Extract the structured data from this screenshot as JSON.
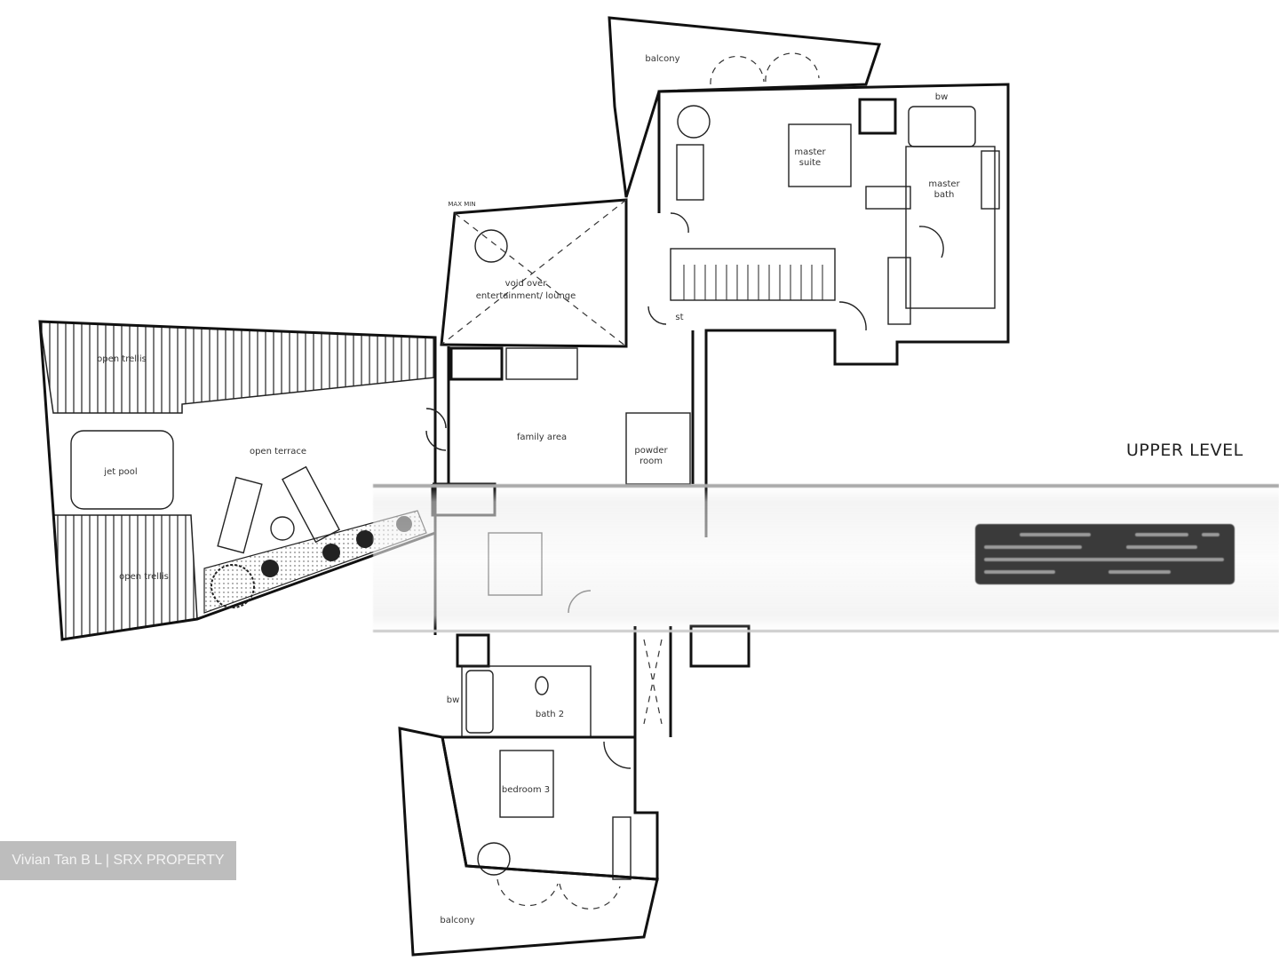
{
  "plan": {
    "level_title": "UPPER LEVEL",
    "rooms": {
      "balcony_top": "balcony",
      "bw_master": "bw",
      "master_suite_l1": "master",
      "master_suite_l2": "suite",
      "master_bath_l1": "master",
      "master_bath_l2": "bath",
      "max_min": "MAX  MIN",
      "void_l1": "void over",
      "void_l2": "entertainment/ lounge",
      "store": "st",
      "trellis_top": "open trellis",
      "open_terrace": "open terrace",
      "jet_pool": "jet pool",
      "family_area": "family area",
      "powder_l1": "powder",
      "powder_l2": "room",
      "trellis_bottom": "open trellis",
      "bw_bath2": "bw",
      "bath_2": "bath 2",
      "bedroom_3": "bedroom 3",
      "balcony_bottom": "balcony"
    }
  },
  "watermark": "Vivian Tan B L | SRX PROPERTY",
  "colors": {
    "line": "#111111",
    "watermark_bg": "#bdbdbd",
    "stamp_bg": "#3a3a3a"
  }
}
